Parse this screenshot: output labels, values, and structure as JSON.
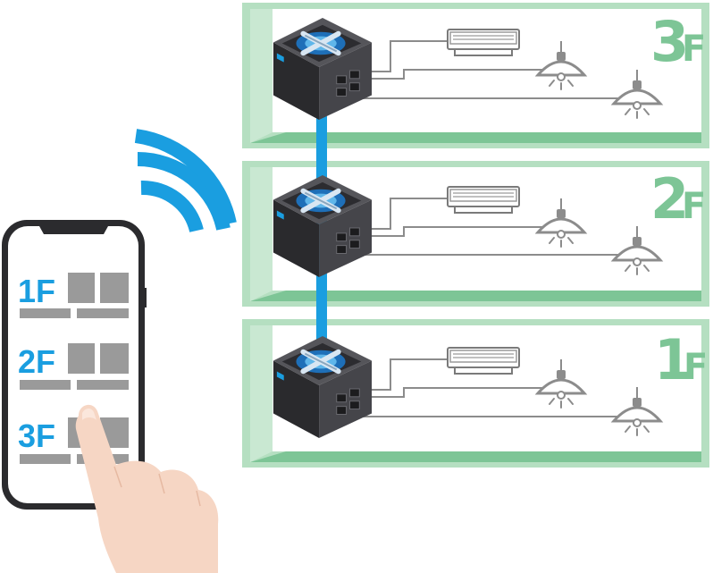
{
  "floors": [
    {
      "id": "3f",
      "label_num": "3",
      "label_unit": "F"
    },
    {
      "id": "2f",
      "label_num": "2",
      "label_unit": "F"
    },
    {
      "id": "1f",
      "label_num": "1",
      "label_unit": "F"
    }
  ],
  "phone": {
    "items": [
      {
        "label": "1F"
      },
      {
        "label": "2F"
      },
      {
        "label": "3F"
      }
    ]
  },
  "colors": {
    "floor_frame": "#b5dfc1",
    "floor_base": "#7dc596",
    "label": "#7dc596",
    "link_cable": "#1a9ee0",
    "wifi": "#1a9ee0",
    "hub_body": "#3d3d40",
    "wire": "#8c8c8c",
    "phone_text": "#1a9ee0",
    "phone_block": "#9a9a9a",
    "skin": "#f6d6c4"
  },
  "icons": [
    "hub-icon",
    "air-conditioner-icon",
    "pendant-lamp-icon",
    "wifi-icon",
    "smartphone-icon",
    "hand-icon"
  ]
}
